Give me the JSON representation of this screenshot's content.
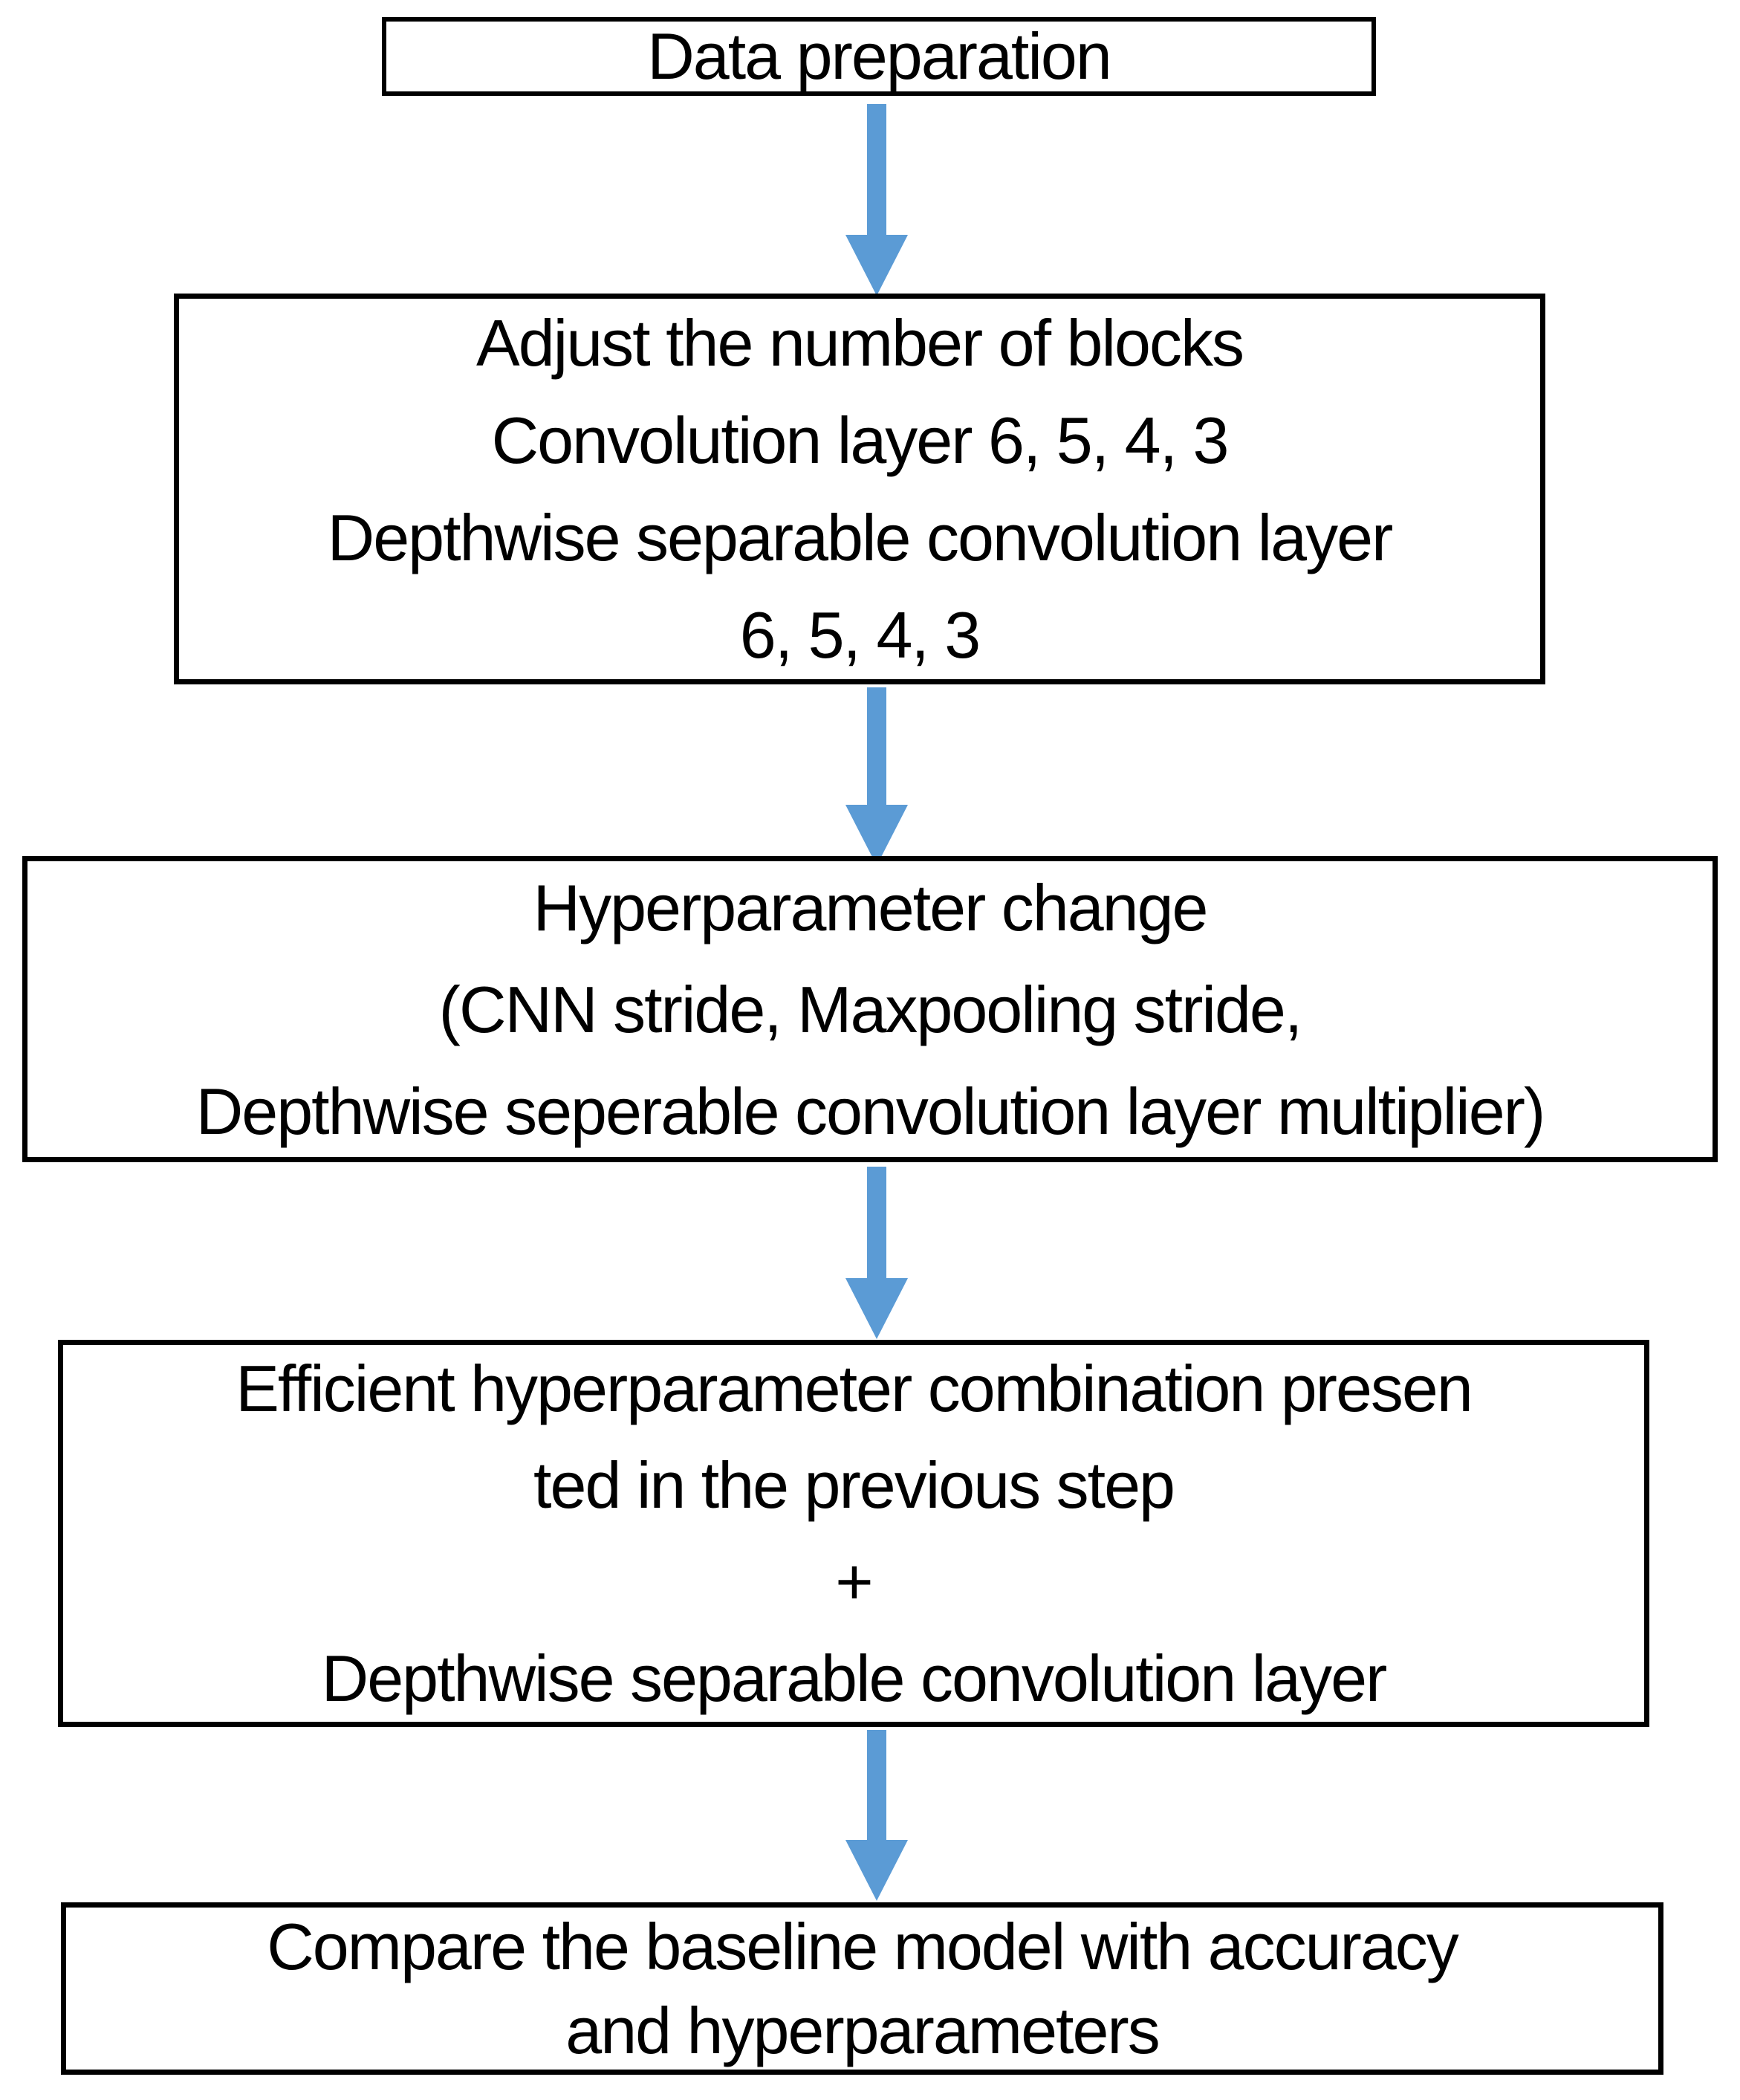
{
  "diagram": {
    "type": "flowchart",
    "background_color": "#ffffff",
    "border_color": "#000000",
    "text_color": "#000000",
    "arrow_color": "#5b9bd5",
    "nodes": [
      {
        "id": "data-preparation",
        "lines": [
          "Data preparation"
        ]
      },
      {
        "id": "adjust-number-of-blocks",
        "lines": [
          "Adjust the number of blocks",
          "Convolution layer 6, 5, 4, 3",
          "Depthwise separable convolution layer",
          "6, 5, 4, 3"
        ]
      },
      {
        "id": "hyperparameter-change",
        "lines": [
          "Hyperparameter change",
          "(CNN stride, Maxpooling stride,",
          "Depthwise seperable convolution layer multiplier)"
        ]
      },
      {
        "id": "efficient-hyperparameter-combination",
        "lines": [
          "Efficient hyperparameter combination presen",
          "ted in the previous step",
          "+",
          "Depthwise separable convolution layer"
        ]
      },
      {
        "id": "compare-baseline-model",
        "lines": [
          "Compare the baseline model with accuracy",
          "and hyperparameters"
        ]
      }
    ],
    "connections": [
      {
        "from": "data-preparation",
        "to": "adjust-number-of-blocks"
      },
      {
        "from": "adjust-number-of-blocks",
        "to": "hyperparameter-change"
      },
      {
        "from": "hyperparameter-change",
        "to": "efficient-hyperparameter-combination"
      },
      {
        "from": "efficient-hyperparameter-combination",
        "to": "compare-baseline-model"
      }
    ]
  }
}
